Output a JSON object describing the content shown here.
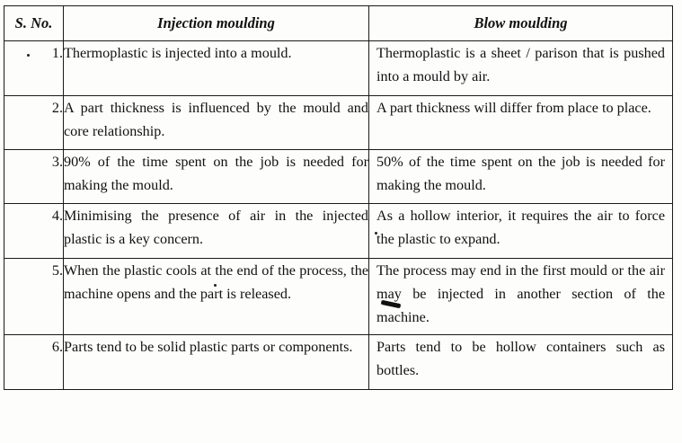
{
  "table": {
    "headers": {
      "sno": "S. No.",
      "injection": "Injection moulding",
      "blow": "Blow moulding"
    },
    "rows": [
      {
        "no": "1.",
        "injection": "Thermoplastic is injected into a mould.",
        "blow": "Thermoplastic is a sheet / parison that is pushed into a mould by air."
      },
      {
        "no": "2.",
        "injection": "A part thickness is influenced by the mould and core relationship.",
        "blow": "A part thickness will differ from place to place."
      },
      {
        "no": "3.",
        "injection": "90% of the time spent on the job is needed for making the mould.",
        "blow": "50% of the time spent on the job is needed for making the mould."
      },
      {
        "no": "4.",
        "injection": "Minimising the presence of air in the injected plastic is a key concern.",
        "blow": "As a hollow interior, it requires the air to force the plastic to expand."
      },
      {
        "no": "5.",
        "injection": "When the plastic cools at the end of the process, the machine opens and the part is released.",
        "blow": "The process may end in the first mould or the air may be injected in another section of the machine."
      },
      {
        "no": "6.",
        "injection": "Parts tend to be solid plastic parts or components.",
        "blow": "Parts tend to be hollow containers such as bottles."
      }
    ]
  }
}
